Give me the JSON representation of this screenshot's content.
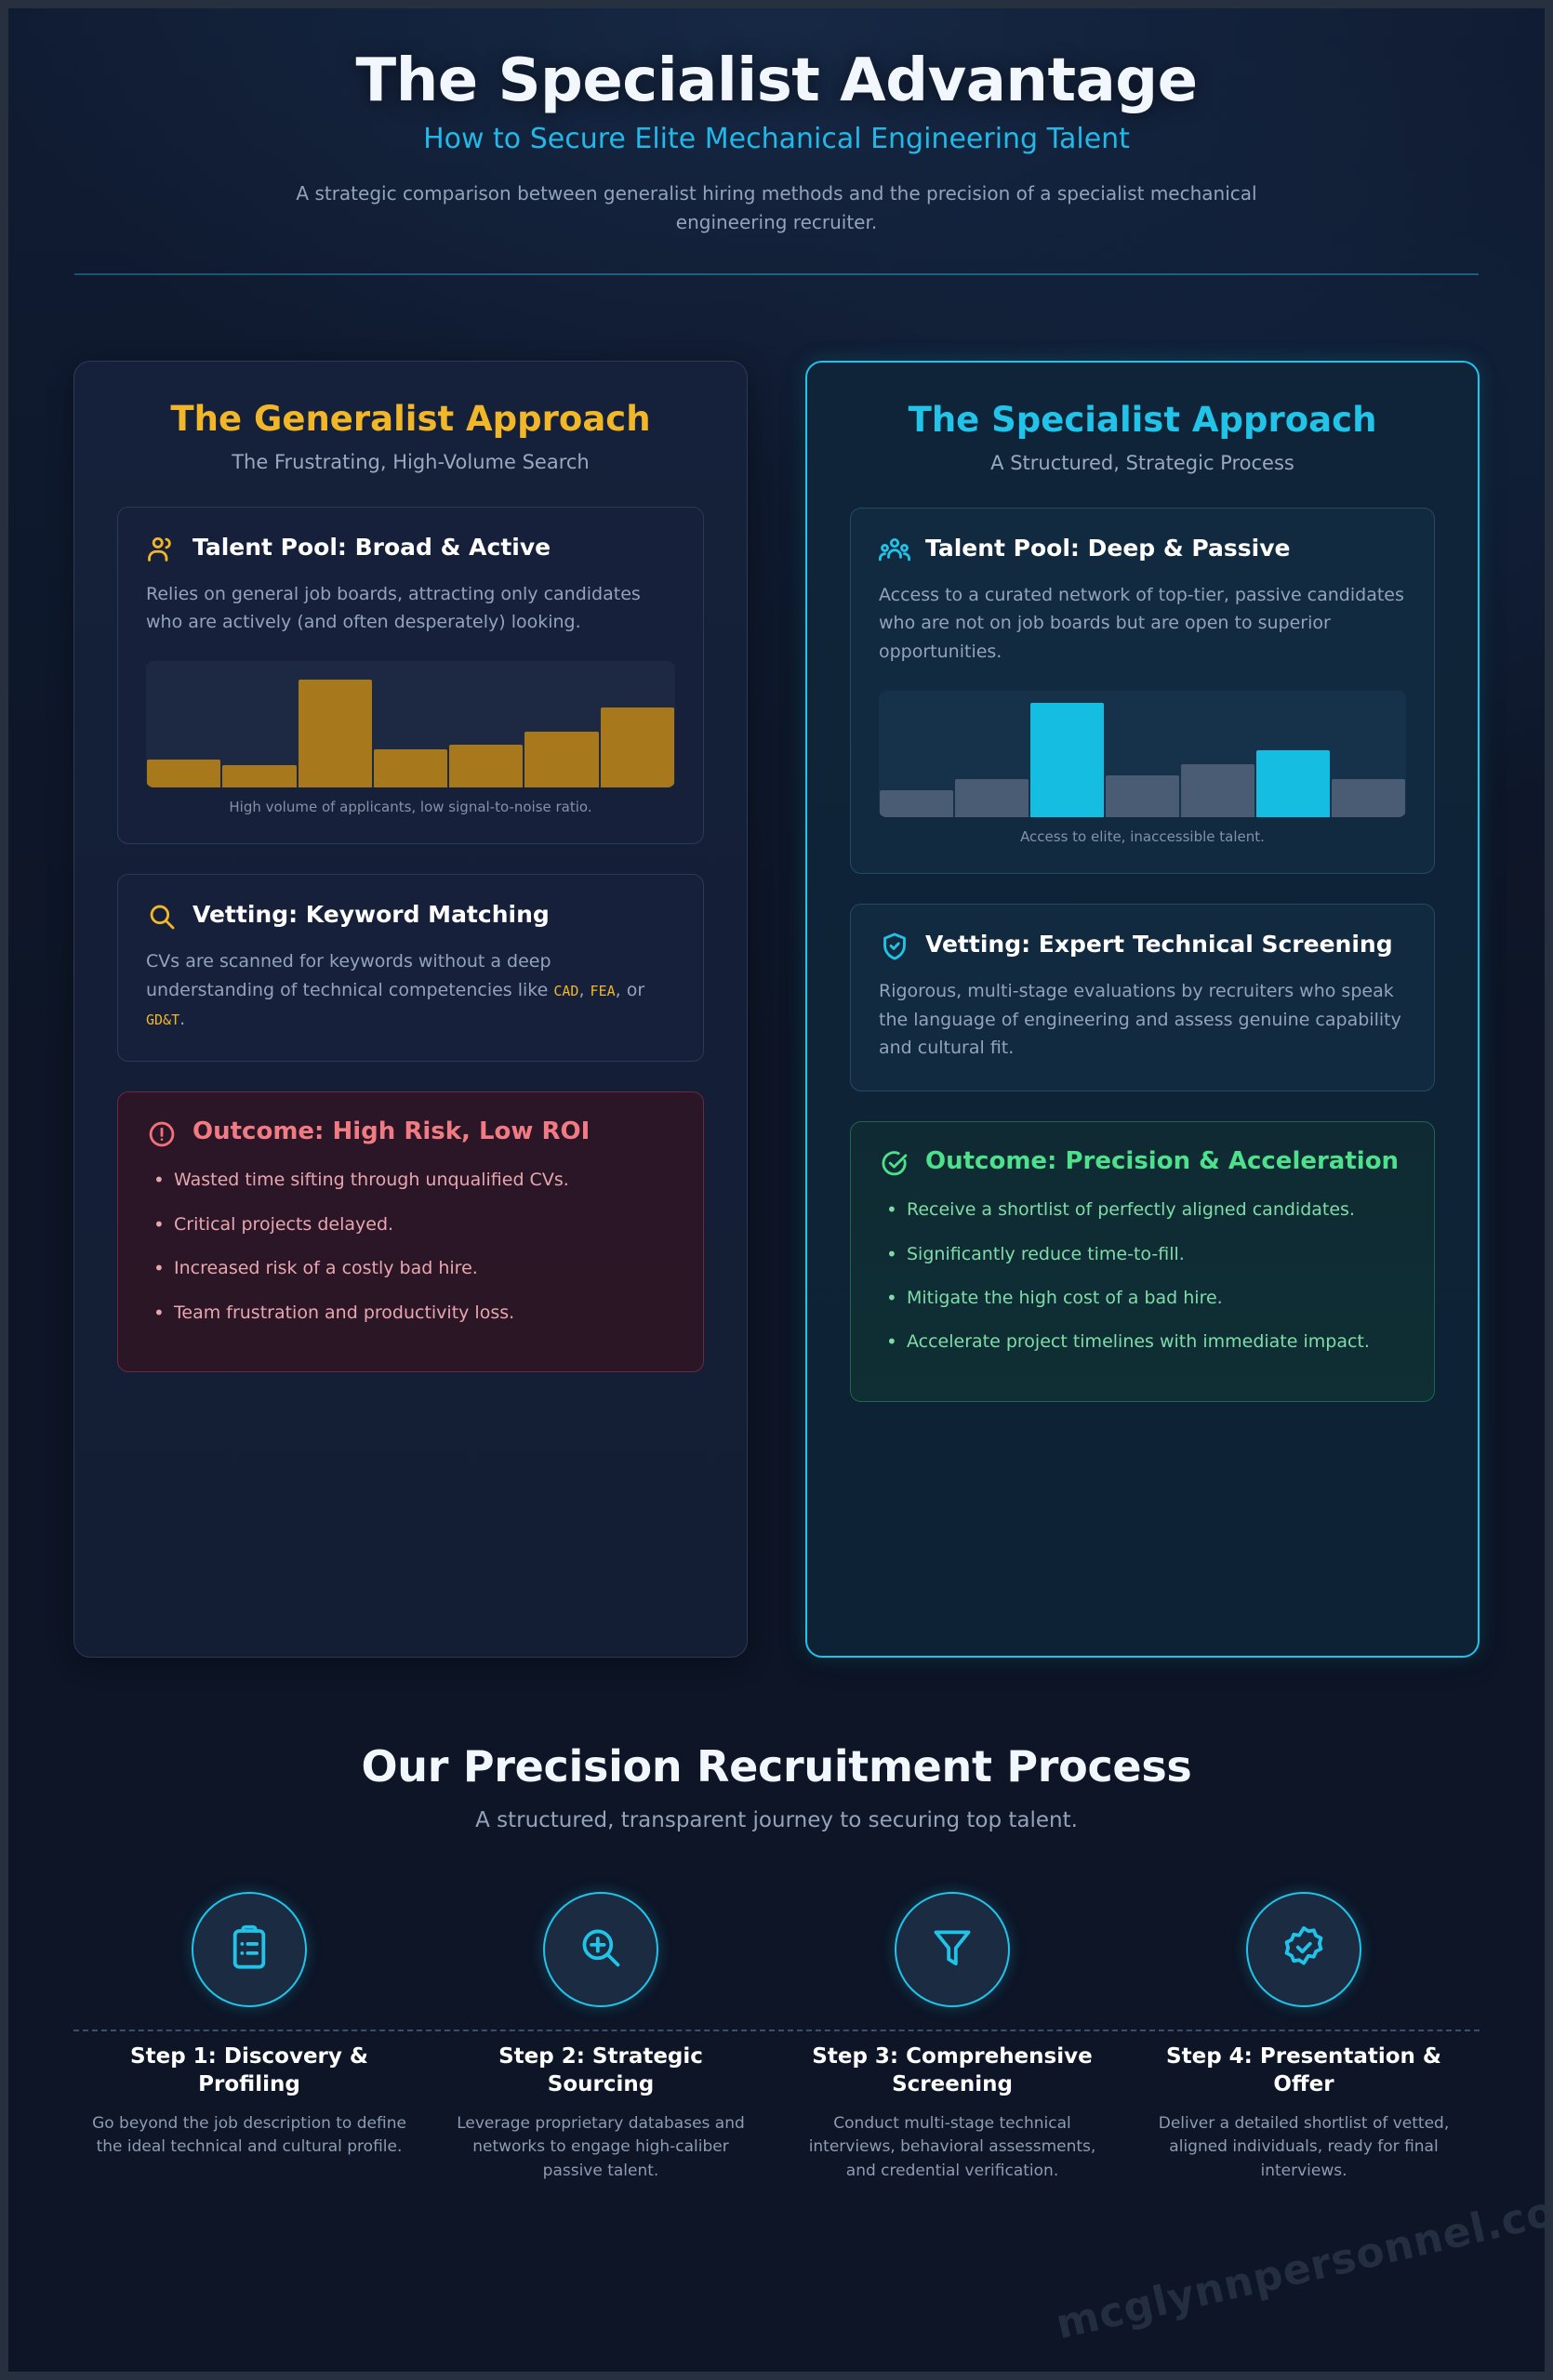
{
  "header": {
    "title": "The Specialist Advantage",
    "subtitle": "How to Secure Elite Mechanical Engineering Talent",
    "description": "A strategic comparison between generalist hiring methods and the precision of a specialist mechanical engineering recruiter."
  },
  "colors": {
    "background": "#0e172a",
    "accent_cyan": "#22c3e8",
    "accent_gold": "#f2b728",
    "risk_red": "#f27b83",
    "success_green": "#4ee08a",
    "body_text": "#93a3ba"
  },
  "generalist": {
    "title": "The Generalist Approach",
    "subtitle": "The Frustrating, High-Volume Search",
    "talent_pool": {
      "icon": "users-icon",
      "title": "Talent Pool: Broad & Active",
      "body": "Relies on general job boards, attracting only candidates who are actively (and often desperately) looking.",
      "caption": "High volume of applicants, low signal-to-noise ratio."
    },
    "vetting": {
      "icon": "search-icon",
      "title": "Vetting: Keyword Matching",
      "body_start": "CVs are scanned for keywords without a deep understanding of technical competencies like ",
      "kw1": "CAD",
      "sep1": ", ",
      "kw2": "FEA",
      "sep2": ", or ",
      "kw3": "GD&T",
      "body_end": "."
    },
    "outcome": {
      "icon": "alert-circle-icon",
      "title": "Outcome: High Risk, Low ROI",
      "bullets": [
        "Wasted time sifting through unqualified CVs.",
        "Critical projects delayed.",
        "Increased risk of a costly bad hire.",
        "Team frustration and productivity loss."
      ]
    }
  },
  "specialist": {
    "title": "The Specialist Approach",
    "subtitle": "A Structured, Strategic Process",
    "talent_pool": {
      "icon": "users-group-icon",
      "title": "Talent Pool: Deep & Passive",
      "body": "Access to a curated network of top-tier, passive candidates who are not on job boards but are open to superior opportunities.",
      "caption": "Access to elite, inaccessible talent."
    },
    "vetting": {
      "icon": "shield-check-icon",
      "title": "Vetting: Expert Technical Screening",
      "body": "Rigorous, multi-stage evaluations by recruiters who speak the language of engineering and assess genuine capability and cultural fit."
    },
    "outcome": {
      "icon": "target-icon",
      "title": "Outcome: Precision & Acceleration",
      "bullets": [
        "Receive a shortlist of perfectly aligned candidates.",
        "Significantly reduce time-to-fill.",
        "Mitigate the high cost of a bad hire.",
        "Accelerate project timelines with immediate impact."
      ]
    }
  },
  "process": {
    "title": "Our Precision Recruitment Process",
    "subtitle": "A structured, transparent journey to securing top talent.",
    "steps": [
      {
        "icon": "clipboard-list-icon",
        "title": "Step 1: Discovery & Profiling",
        "desc": "Go beyond the job description to define the ideal technical and cultural profile."
      },
      {
        "icon": "zoom-in-icon",
        "title": "Step 2: Strategic Sourcing",
        "desc": "Leverage proprietary databases and networks to engage high-caliber passive talent."
      },
      {
        "icon": "funnel-icon",
        "title": "Step 3: Comprehensive Screening",
        "desc": "Conduct multi-stage technical interviews, behavioral assessments, and credential verification."
      },
      {
        "icon": "badge-check-icon",
        "title": "Step 4: Presentation & Offer",
        "desc": "Deliver a detailed shortlist of vetted, aligned individuals, ready for final interviews."
      }
    ]
  },
  "watermark": "mcglynnpersonnel.com",
  "chart_data": [
    {
      "type": "bar",
      "id": "generalist-applicant-volume",
      "title": "High volume of applicants, low signal-to-noise ratio.",
      "categories": [
        "1",
        "2",
        "3",
        "4",
        "5",
        "6",
        "7"
      ],
      "values": [
        22,
        18,
        85,
        30,
        34,
        44,
        63
      ],
      "ylim": [
        0,
        100
      ],
      "bar_color": "#a8781d",
      "grid": false,
      "legend": "none",
      "xlabel": "",
      "ylabel": ""
    },
    {
      "type": "bar",
      "id": "specialist-elite-talent",
      "title": "Access to elite, inaccessible talent.",
      "categories": [
        "1",
        "2",
        "3",
        "4",
        "5",
        "6",
        "7"
      ],
      "values": [
        21,
        30,
        90,
        33,
        42,
        53,
        30
      ],
      "highlighted_indices": [
        2,
        5
      ],
      "ylim": [
        0,
        100
      ],
      "bar_color": "#4a5b74",
      "highlight_color": "#15bee0",
      "grid": false,
      "legend": "none",
      "xlabel": "",
      "ylabel": ""
    }
  ]
}
